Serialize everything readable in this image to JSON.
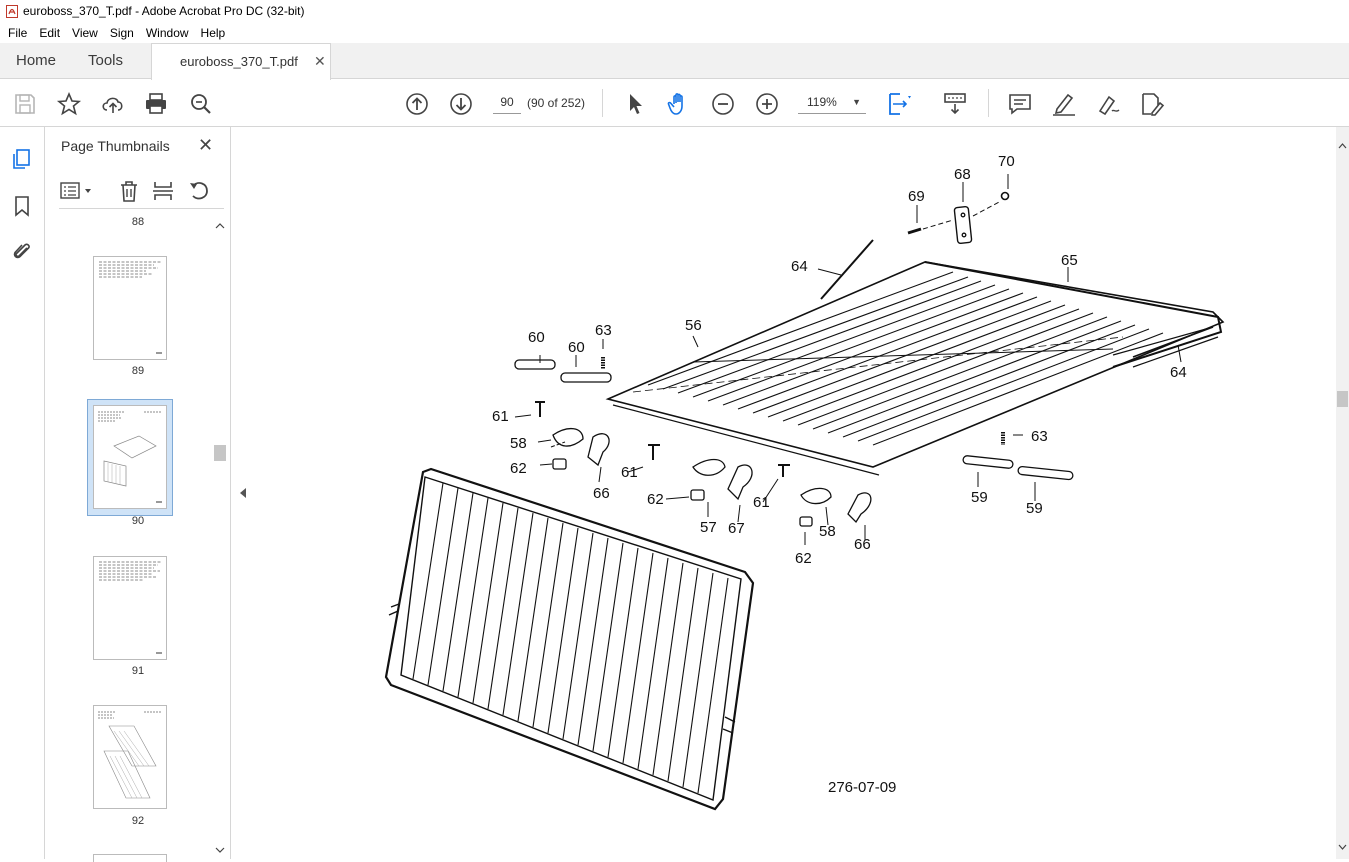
{
  "window": {
    "title": "euroboss_370_T.pdf - Adobe Acrobat Pro DC (32-bit)"
  },
  "menu": [
    "File",
    "Edit",
    "View",
    "Sign",
    "Window",
    "Help"
  ],
  "tabs": {
    "home": "Home",
    "tools": "Tools",
    "document": "euroboss_370_T.pdf"
  },
  "toolbar": {
    "page_number": "90",
    "page_of": "(90 of 252)",
    "zoom": "119%"
  },
  "thumbnails": {
    "panel_title": "Page Thumbnails",
    "pages": [
      "88",
      "89",
      "90",
      "91",
      "92"
    ],
    "selected_page": "90"
  },
  "drawing": {
    "reference": "276-07-09",
    "callouts": [
      "70",
      "68",
      "69",
      "64",
      "65",
      "56",
      "60",
      "60",
      "63",
      "64",
      "61",
      "58",
      "62",
      "66",
      "61",
      "62",
      "57",
      "67",
      "61",
      "58",
      "66",
      "62",
      "63",
      "59",
      "59"
    ]
  }
}
